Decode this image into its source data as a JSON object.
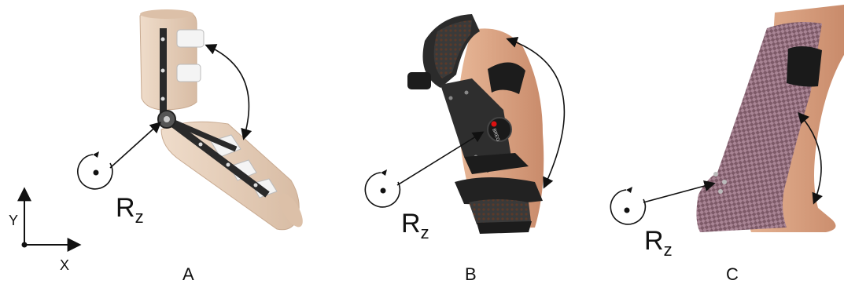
{
  "axes": {
    "y_label": "Y",
    "x_label": "X"
  },
  "panels": [
    {
      "id": "A",
      "label": "A",
      "rotation_label": "R",
      "rotation_sub": "z",
      "device": "elbow orthosis"
    },
    {
      "id": "B",
      "label": "B",
      "rotation_label": "R",
      "rotation_sub": "z",
      "device": "knee brace",
      "brand_text": "BREG"
    },
    {
      "id": "C",
      "label": "C",
      "rotation_label": "R",
      "rotation_sub": "z",
      "device": "ankle-foot orthosis"
    }
  ],
  "colors": {
    "elbow_shell": "#e6cdb8",
    "elbow_strap": "#f2f2f2",
    "metal_bar": "#2a2a2a",
    "knee_frame": "#2b2b2b",
    "skin": "#d9a183",
    "afo_carbon": "#8e6a78",
    "afo_pad": "#1a1a1a"
  }
}
